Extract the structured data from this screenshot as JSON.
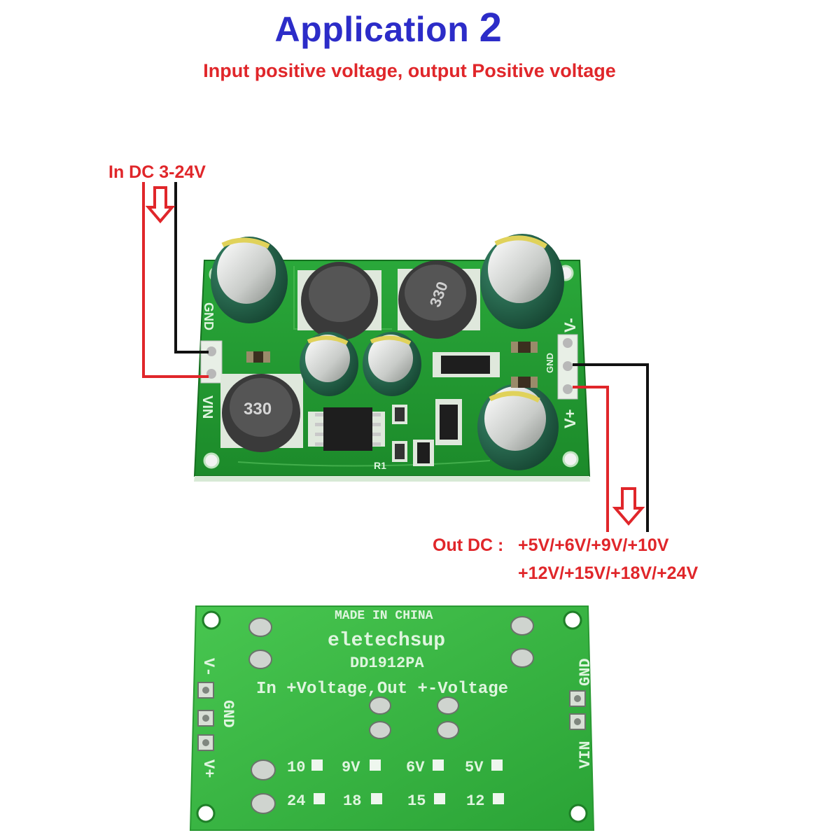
{
  "header": {
    "title": "Application",
    "title_number": "2",
    "subtitle": "Input positive voltage, output Positive voltage"
  },
  "labels": {
    "input": "In DC 3-24V",
    "output_prefix": "Out DC :",
    "output_line1": "+5V/+6V/+9V/+10V",
    "output_line2": "+12V/+15V/+18V/+24V"
  },
  "top_board": {
    "pin_left_top": "GND",
    "pin_left_bottom": "VIN",
    "pin_right_top": "V-",
    "pin_right_mid": "GND",
    "pin_right_bottom": "V+",
    "inductor_a": "330",
    "inductor_b": "330",
    "resistor": "R1"
  },
  "bottom_board": {
    "made_in": "MADE IN CHINA",
    "brand": "eletechsup",
    "model": "DD1912PA",
    "description": "In +Voltage,Out +-Voltage",
    "pin_left_1": "V-",
    "pin_left_2": "GND",
    "pin_left_3": "V+",
    "pin_right_1": "GND",
    "pin_right_2": "VIN",
    "jumpers_row1": [
      "10",
      "9V",
      "6V",
      "5V"
    ],
    "jumpers_row2": [
      "24",
      "18",
      "15",
      "12"
    ]
  },
  "colors": {
    "title": "#2c2cc8",
    "accent_red": "#e0262a",
    "pcb_green": "#1f9b2f",
    "pcb_green_light": "#3fc24a"
  }
}
